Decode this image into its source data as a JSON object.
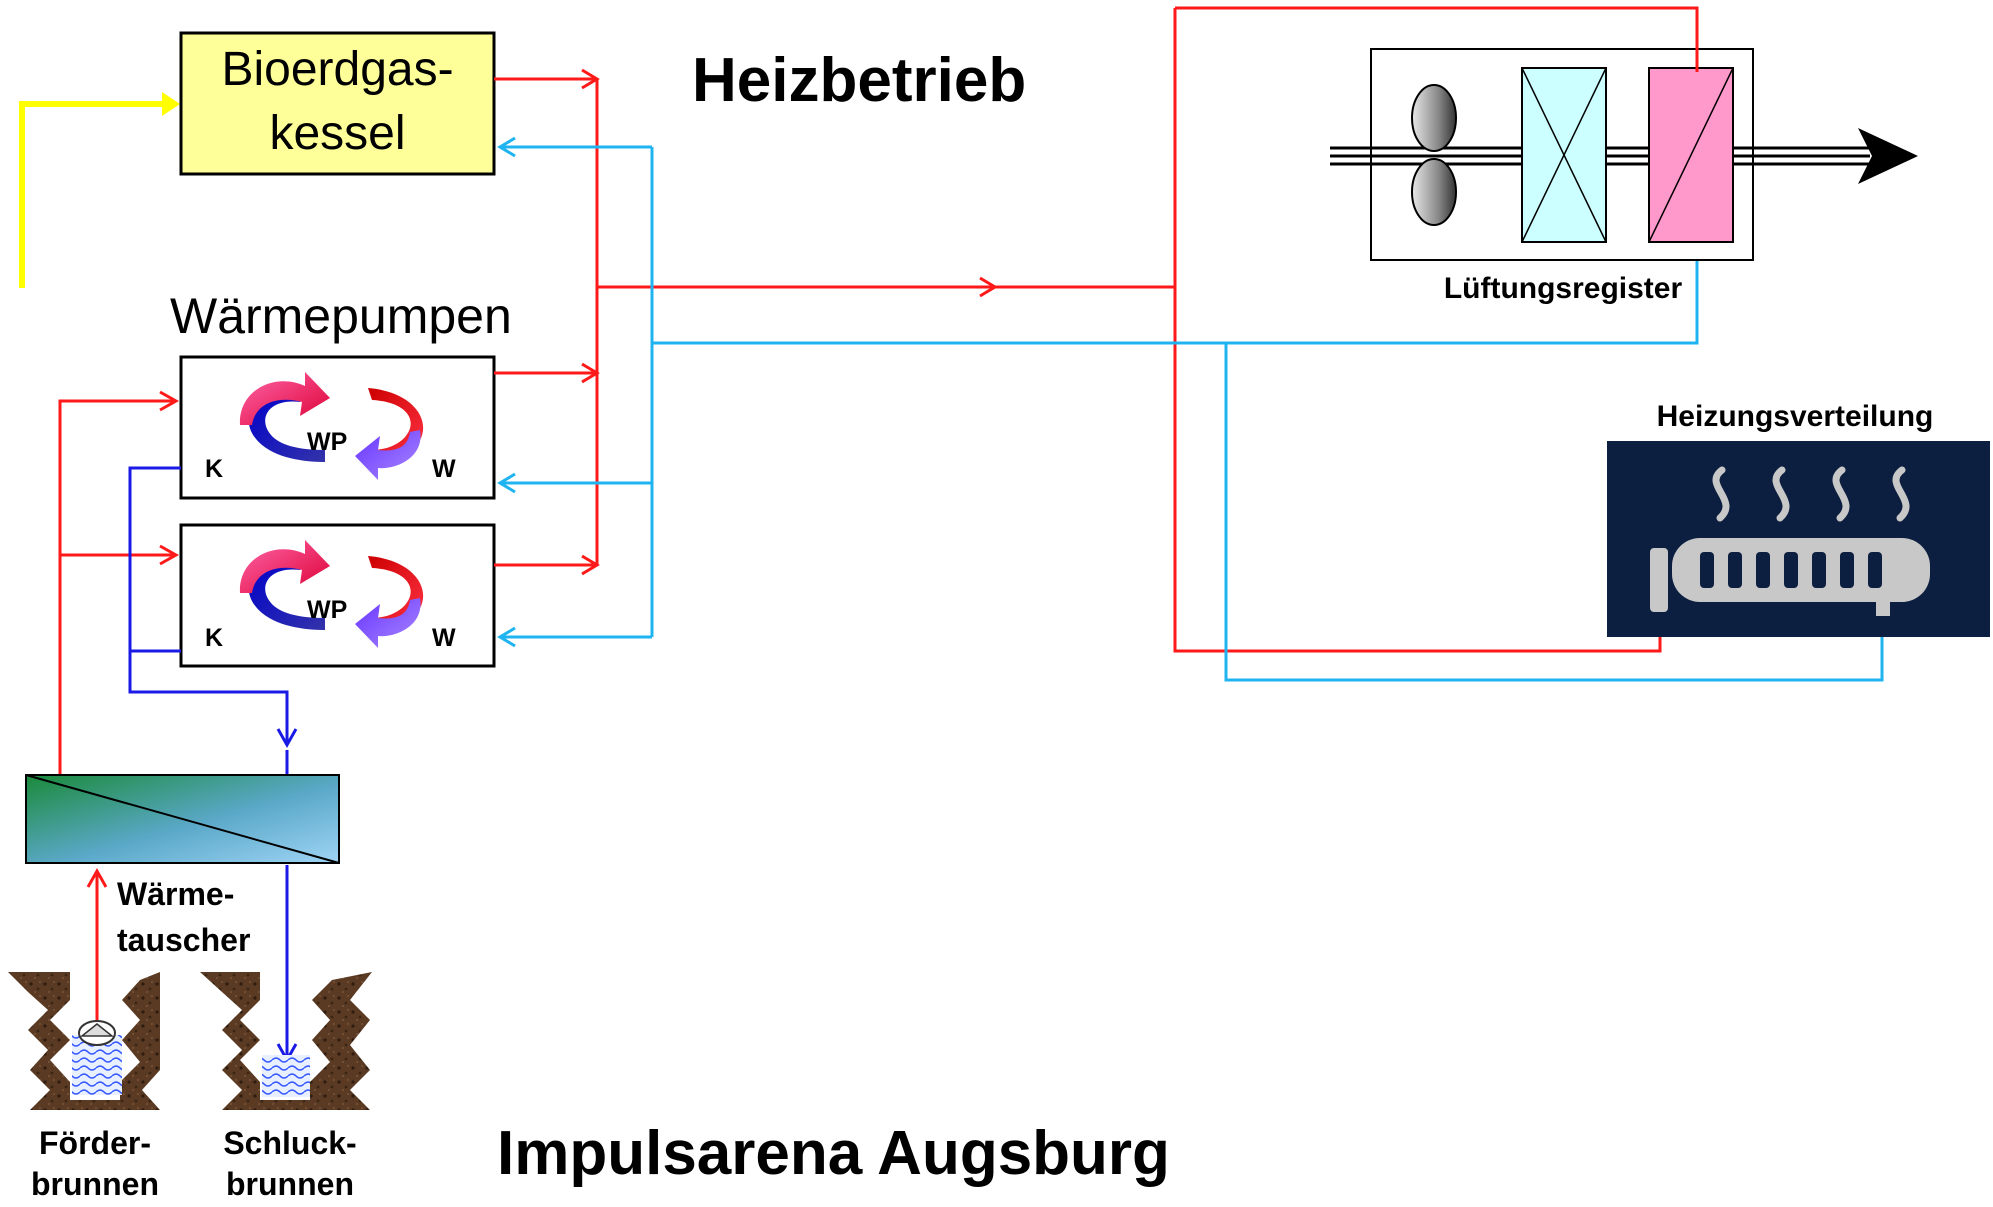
{
  "title": "Heizbetrieb",
  "footer_title": "Impulsarena Augsburg",
  "boiler": {
    "line1": "Bioerdgas-",
    "line2": "kessel"
  },
  "heatpumps": {
    "heading": "Wärmepumpen",
    "unit_label": "WP",
    "cold_side": "K",
    "warm_side": "W"
  },
  "heat_exchanger": {
    "line1": "Wärme-",
    "line2": "tauscher"
  },
  "wells": {
    "supply": {
      "line1": "Förder-",
      "line2": "brunnen"
    },
    "return": {
      "line1": "Schluck-",
      "line2": "brunnen"
    }
  },
  "ventilation": {
    "label": "Lüftungsregister"
  },
  "heating": {
    "label": "Heizungsverteilung"
  },
  "colors": {
    "hot_line": "#ff1a1a",
    "cold_line": "#1fb4f0",
    "groundwater_cold": "#1a1ae6",
    "gas_supply": "#ffff00",
    "boiler_fill": "#ffff99",
    "register_cooler": "#ccffff",
    "register_heater": "#ff99cc",
    "radiator_panel": "#0d1f40"
  },
  "icons": [
    "heatpump-cycle-icon",
    "fan-icon",
    "radiator-icon",
    "pump-icon",
    "arrow-icon"
  ]
}
